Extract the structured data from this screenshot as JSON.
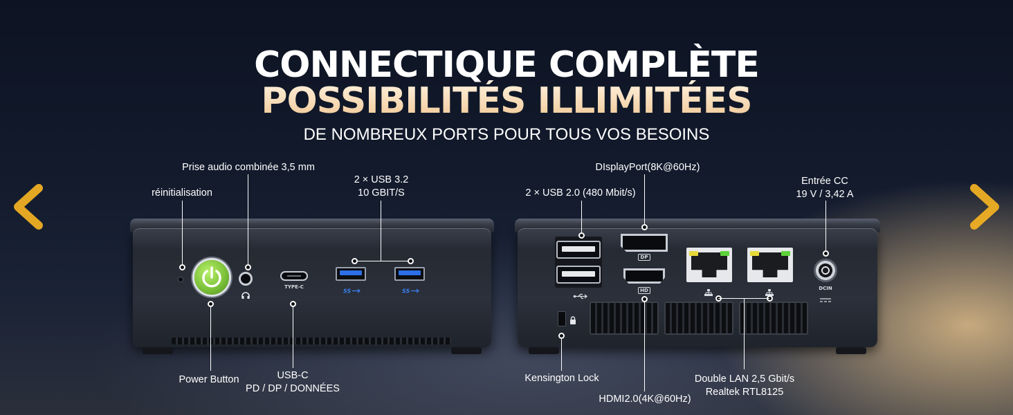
{
  "header": {
    "title_line1": "CONNECTIQUE COMPLÈTE",
    "title_line2": "POSSIBILITÉS ILLIMITÉES",
    "subtitle": "DE NOMBREUX PORTS POUR TOUS VOS BESOINS"
  },
  "navigation": {
    "prev_icon": "chevron-left-icon",
    "next_icon": "chevron-right-icon",
    "arrow_color": "#f5b323"
  },
  "front_panel": {
    "reset_label": "réinitialisation",
    "audio_label": "Prise audio combinée 3,5 mm",
    "usb32_label_line1": "2 × USB 3.2",
    "usb32_label_line2": "10 GBIT/S",
    "power_label": "Power Button",
    "usbc_label_line1": "USB-C",
    "usbc_label_line2": "PD / DP / DONNÉES",
    "usbc_port_text": "TYPE-C",
    "usb3_logo_text": "SS",
    "power_button_color": "#7cc23a"
  },
  "rear_panel": {
    "usb20_label": "2 × USB 2.0  (480 Mbit/s)",
    "displayport_label": "DIsplayPort(8K@60Hz)",
    "dc_label_line1": "Entrée CC",
    "dc_label_line2": "19 V / 3,42 A",
    "kensington_label": "Kensington Lock",
    "hdmi_label": "HDMI2.0(4K@60Hz)",
    "lan_label_line1": "Double LAN 2,5 Gbit/s",
    "lan_label_line2": "Realtek RTL8125",
    "dp_port_text": "DP",
    "hdmi_port_text": "HD",
    "dc_port_text": "DCIN",
    "led_green": "#5fd23b",
    "led_yellow": "#e6d93a"
  }
}
